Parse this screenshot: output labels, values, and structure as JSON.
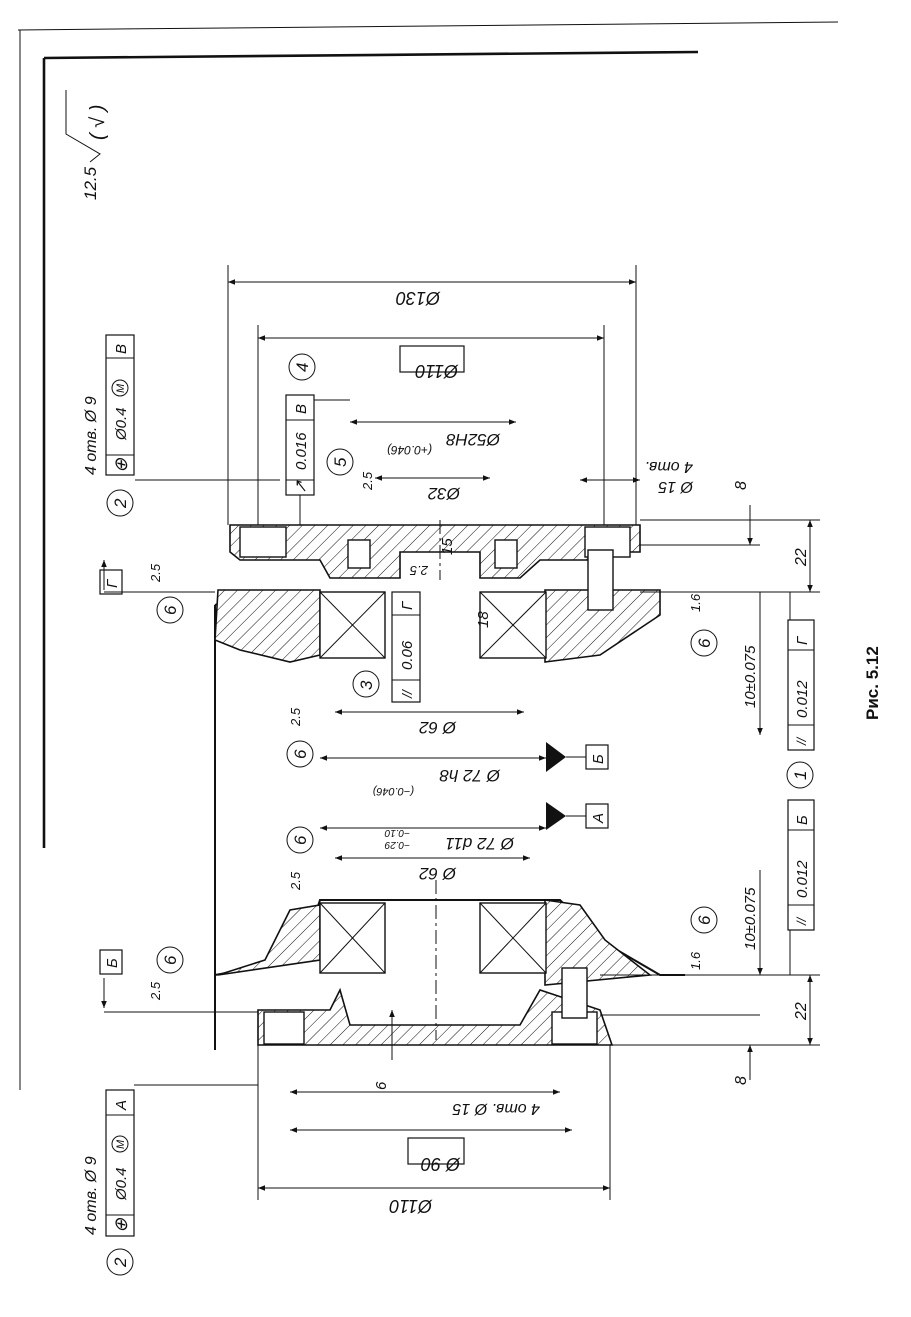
{
  "caption": "Рис. 5.12",
  "roughness_general": {
    "value": "12.5",
    "paren": "( √ )"
  },
  "dimensions": {
    "top_view": {
      "d130": "Ø130",
      "d110": "Ø110",
      "d52": "Ø52H8",
      "d52_tol": "(+0.046)",
      "d32": "Ø32",
      "holes_count": "4 отв.",
      "holes_dia": "Ø 15",
      "h8": "8",
      "h22": "22",
      "h15": "15",
      "h18": "18",
      "r25a": "2.5",
      "r25b": "2.5",
      "d62": "Ø 62",
      "d72h8": "Ø 72 h8",
      "d72h8_tol": "(−0.046)",
      "dist": "10±0.075"
    },
    "bottom_view": {
      "d72d11": "Ø 72 d11",
      "d72d11_tol_a": "−0.10",
      "d72d11_tol_b": "−0.29",
      "d62": "Ø 62",
      "holes": "4 отв. Ø 15",
      "d90": "Ø 90",
      "d110": "Ø110",
      "h6": "6",
      "h8": "8",
      "h22": "22",
      "dist": "10±0.075"
    }
  },
  "tolerances": {
    "pos_top": {
      "holes": "4 отв. Ø 9",
      "symbol": "⊕",
      "value": "Ø0.4",
      "modifier": "M",
      "datum": "В"
    },
    "pos_bottom": {
      "holes": "4 отв. Ø 9",
      "symbol": "⊕",
      "value": "Ø0.4",
      "modifier": "M",
      "datum": "А"
    },
    "runout": {
      "symbol": "↗",
      "value": "0.016",
      "datum": "В"
    },
    "parallel_g": {
      "symbol": "//",
      "value": "0.06",
      "datum": "Г"
    },
    "parallel_right_g": {
      "symbol": "//",
      "value": "0.012",
      "datum": "Г"
    },
    "parallel_right_b": {
      "symbol": "//",
      "value": "0.012",
      "datum": "Б"
    }
  },
  "datums": {
    "b": "Б",
    "a": "А",
    "g": "Г"
  },
  "roughness": {
    "r25": "2.5",
    "r16": "1.6"
  },
  "callouts": {
    "c1": "1",
    "c2": "2",
    "c3": "3",
    "c4": "4",
    "c5": "5",
    "c6": "6"
  }
}
